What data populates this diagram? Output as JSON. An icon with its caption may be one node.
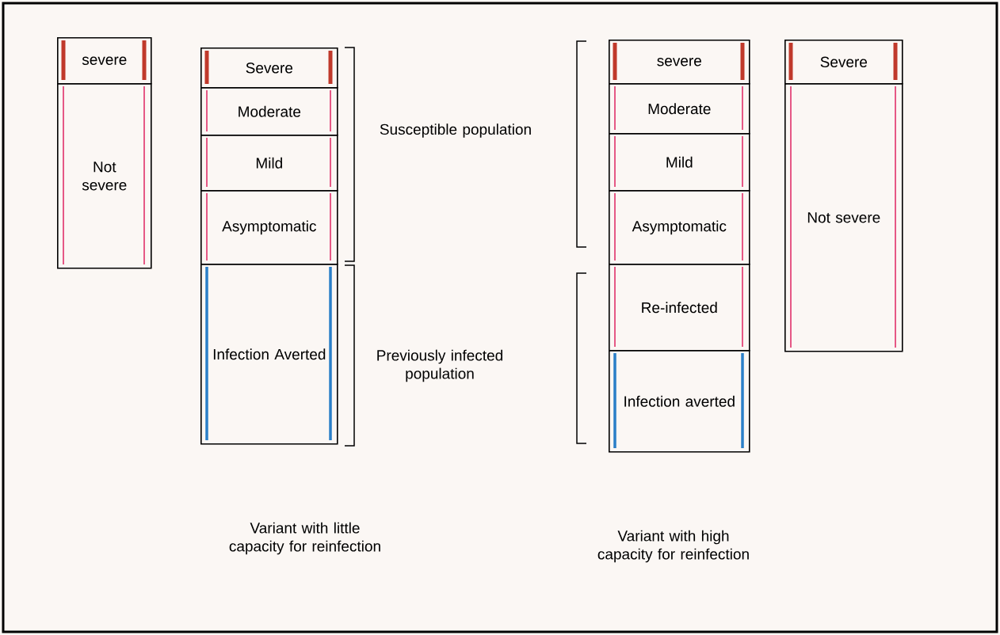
{
  "diagram": {
    "nodes": [
      {
        "text": [
          "severe"
        ]
      },
      {
        "text": [
          "Not severe"
        ]
      },
      {
        "text": [
          "Severe"
        ]
      },
      {
        "text": [
          "Moderate"
        ]
      },
      {
        "text": [
          "Mild"
        ]
      },
      {
        "text": [
          "Asymptomatic"
        ]
      },
      {
        "text": [
          "Infection Averted"
        ]
      },
      {
        "text": [
          "severe"
        ]
      },
      {
        "text": [
          "Moderate"
        ]
      },
      {
        "text": [
          "Mild"
        ]
      },
      {
        "text": [
          "Asymptomatic"
        ]
      },
      {
        "text": [
          "Re-infected"
        ]
      },
      {
        "text": [
          "Infection averted"
        ]
      },
      {
        "text": [
          "Severe"
        ]
      },
      {
        "text": [
          "Not severe"
        ]
      }
    ],
    "edges": [],
    "labels": [
      "Susceptible population",
      "Previously infected population",
      "Variant with little capacity for reinfection",
      "Variant with high capacity for reinfection"
    ]
  }
}
